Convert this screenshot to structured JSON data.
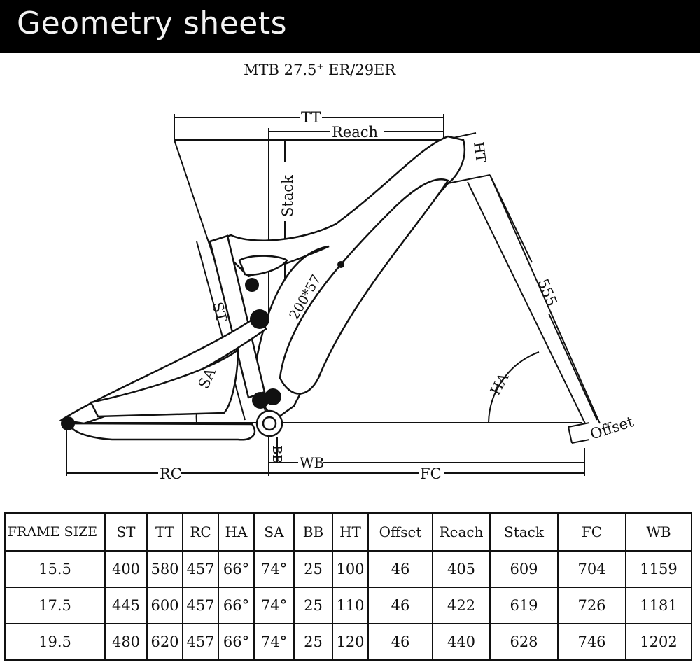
{
  "header": {
    "title": "Geometry sheets"
  },
  "diagram": {
    "title_main": "MTB 27.5",
    "title_sup": "+",
    "title_tail": " ER/29ER",
    "labels": {
      "tt": "TT",
      "reach": "Reach",
      "ht": "HT",
      "stack": "Stack",
      "shock": "200*57",
      "fork_length": "555",
      "st": "ST",
      "sa": "SA",
      "ha": "HA",
      "offset": "Offset",
      "rc": "RC",
      "bb": "BB",
      "wb": "WB",
      "fc": "FC"
    }
  },
  "table": {
    "headers": [
      "FRAME SIZE",
      "ST",
      "TT",
      "RC",
      "HA",
      "SA",
      "BB",
      "HT",
      "Offset",
      "Reach",
      "Stack",
      "FC",
      "WB"
    ],
    "rows": [
      [
        "15.5",
        "400",
        "580",
        "457",
        "66°",
        "74°",
        "25",
        "100",
        "46",
        "405",
        "609",
        "704",
        "1159"
      ],
      [
        "17.5",
        "445",
        "600",
        "457",
        "66°",
        "74°",
        "25",
        "110",
        "46",
        "422",
        "619",
        "726",
        "1181"
      ],
      [
        "19.5",
        "480",
        "620",
        "457",
        "66°",
        "74°",
        "25",
        "120",
        "46",
        "440",
        "628",
        "746",
        "1202"
      ]
    ]
  }
}
